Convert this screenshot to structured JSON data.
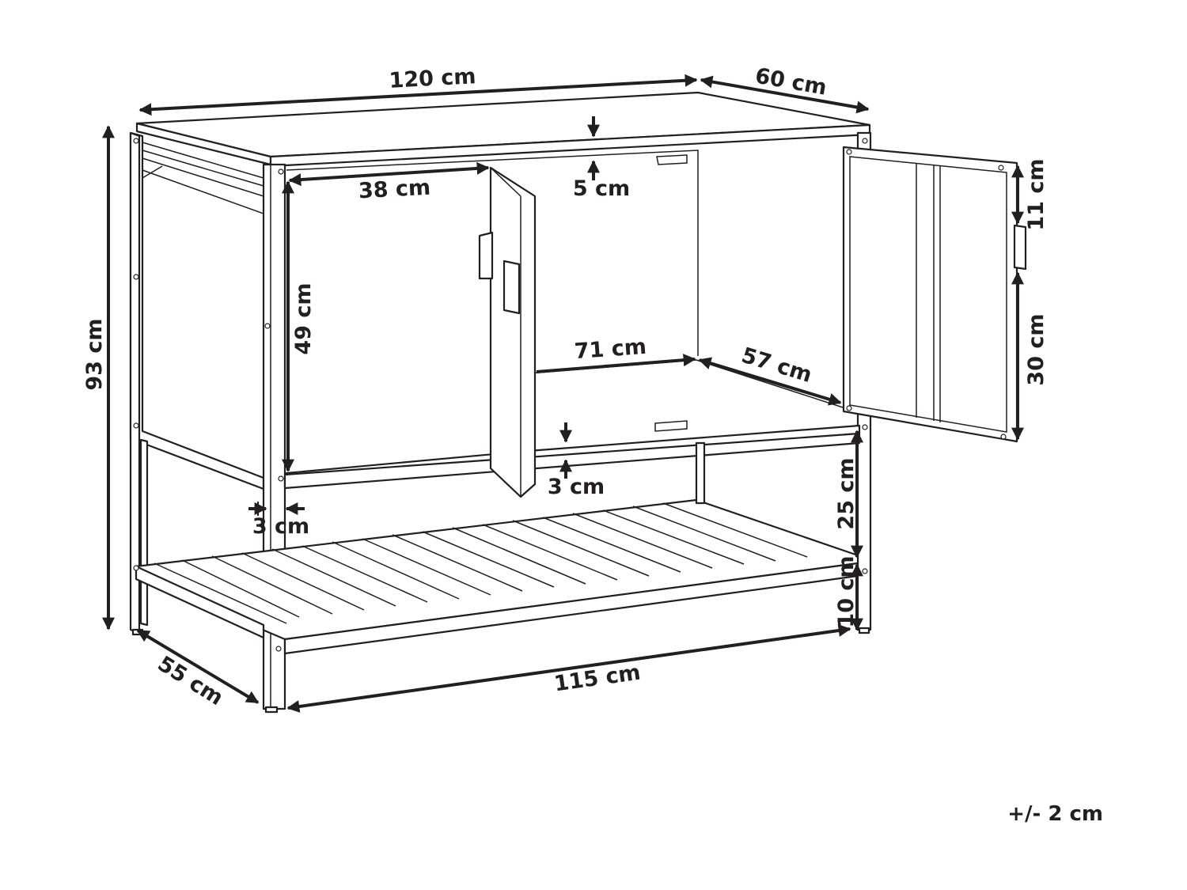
{
  "dimensions": {
    "width": "120 cm",
    "depth": "60 cm",
    "height": "93 cm",
    "compartment_width": "38 cm",
    "top_thickness": "5 cm",
    "compartment_height": "49 cm",
    "interior_width": "71 cm",
    "interior_depth": "57 cm",
    "door_top_gap": "11 cm",
    "door_handle_height": "30 cm",
    "floor_thickness": "3 cm",
    "leg_thickness": "3 cm",
    "shelf_clearance": "25 cm",
    "shelf_height": "10 cm",
    "base_depth": "55 cm",
    "base_width": "115 cm"
  },
  "tolerance": "+/- 2 cm"
}
